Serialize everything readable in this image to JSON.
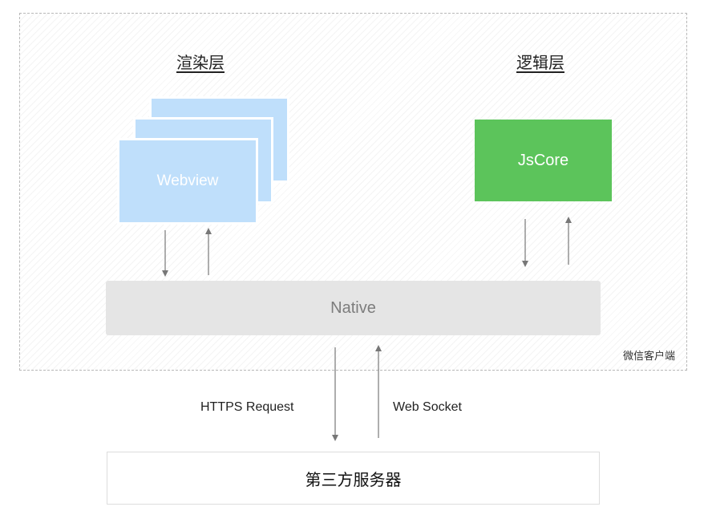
{
  "render_layer": {
    "title": "渲染层",
    "webview_label": "Webview"
  },
  "logic_layer": {
    "title": "逻辑层",
    "jscore_label": "JsCore"
  },
  "native": {
    "label": "Native"
  },
  "client": {
    "label": "微信客户端"
  },
  "connections": {
    "https_label": "HTTPS Request",
    "websocket_label": "Web Socket"
  },
  "server": {
    "label": "第三方服务器"
  },
  "colors": {
    "webview": "#bfdffb",
    "jscore": "#5cc45b",
    "native": "#e5e5e5",
    "arrow": "#777777"
  }
}
